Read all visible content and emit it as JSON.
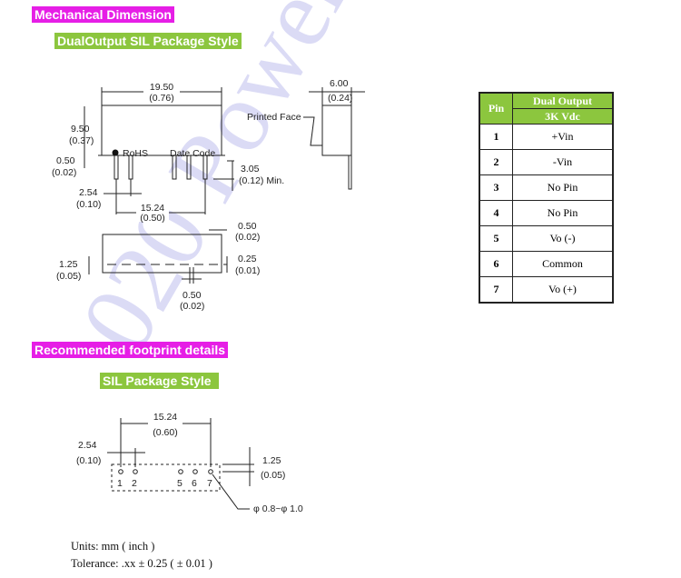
{
  "watermark": "020 Power",
  "sections": {
    "mechanical": "Mechanical Dimension",
    "package_style": "DualOutput SIL Package Style",
    "footprint": "Recommended footprint details",
    "footprint_style": "SIL Package Style"
  },
  "drawing": {
    "length_mm": "19.50",
    "length_in": "(0.76)",
    "height_mm": "9.50",
    "height_in": "(0.37)",
    "standoff_mm": "0.50",
    "standoff_in": "(0.02)",
    "rohs": "RoHS",
    "date_code": "Date Code",
    "pin_len_mm": "3.05",
    "pin_len_in": "(0.12)  Min.",
    "pitch_mm": "2.54",
    "pitch_in": "(0.10)",
    "span_mm": "15.24",
    "span_in": "(0.50)",
    "width_mm": "6.00",
    "width_in": "(0.24)",
    "printed_face": "Printed Face",
    "edge_mm": "0.50",
    "edge_in": "(0.02)",
    "pin_off_mm": "1.25",
    "pin_off_in": "(0.05)",
    "pin_thick_mm": "0.25",
    "pin_thick_in": "(0.01)",
    "pin_w_mm": "0.50",
    "pin_w_in": "(0.02)"
  },
  "pin_table": {
    "col_pin": "Pin",
    "col_func": "Dual Output",
    "col_func_sub": "3K Vdc",
    "rows": [
      {
        "pin": "1",
        "func": "+Vin"
      },
      {
        "pin": "2",
        "func": "-Vin"
      },
      {
        "pin": "3",
        "func": "No Pin"
      },
      {
        "pin": "4",
        "func": "No Pin"
      },
      {
        "pin": "5",
        "func": "Vo (-)"
      },
      {
        "pin": "6",
        "func": "Common"
      },
      {
        "pin": "7",
        "func": "Vo (+)"
      }
    ]
  },
  "footprint": {
    "span_mm": "15.24",
    "span_in": "(0.60)",
    "pitch_mm": "2.54",
    "pitch_in": "(0.10)",
    "off_mm": "1.25",
    "off_in": "(0.05)",
    "hole": "φ 0.8~φ 1.0",
    "pin_labels": [
      "1",
      "2",
      "5",
      "6",
      "7"
    ]
  },
  "notes": {
    "units": "Units: mm ( inch )",
    "tolerance": "Tolerance: .xx ± 0.25 ( ± 0.01 )"
  }
}
